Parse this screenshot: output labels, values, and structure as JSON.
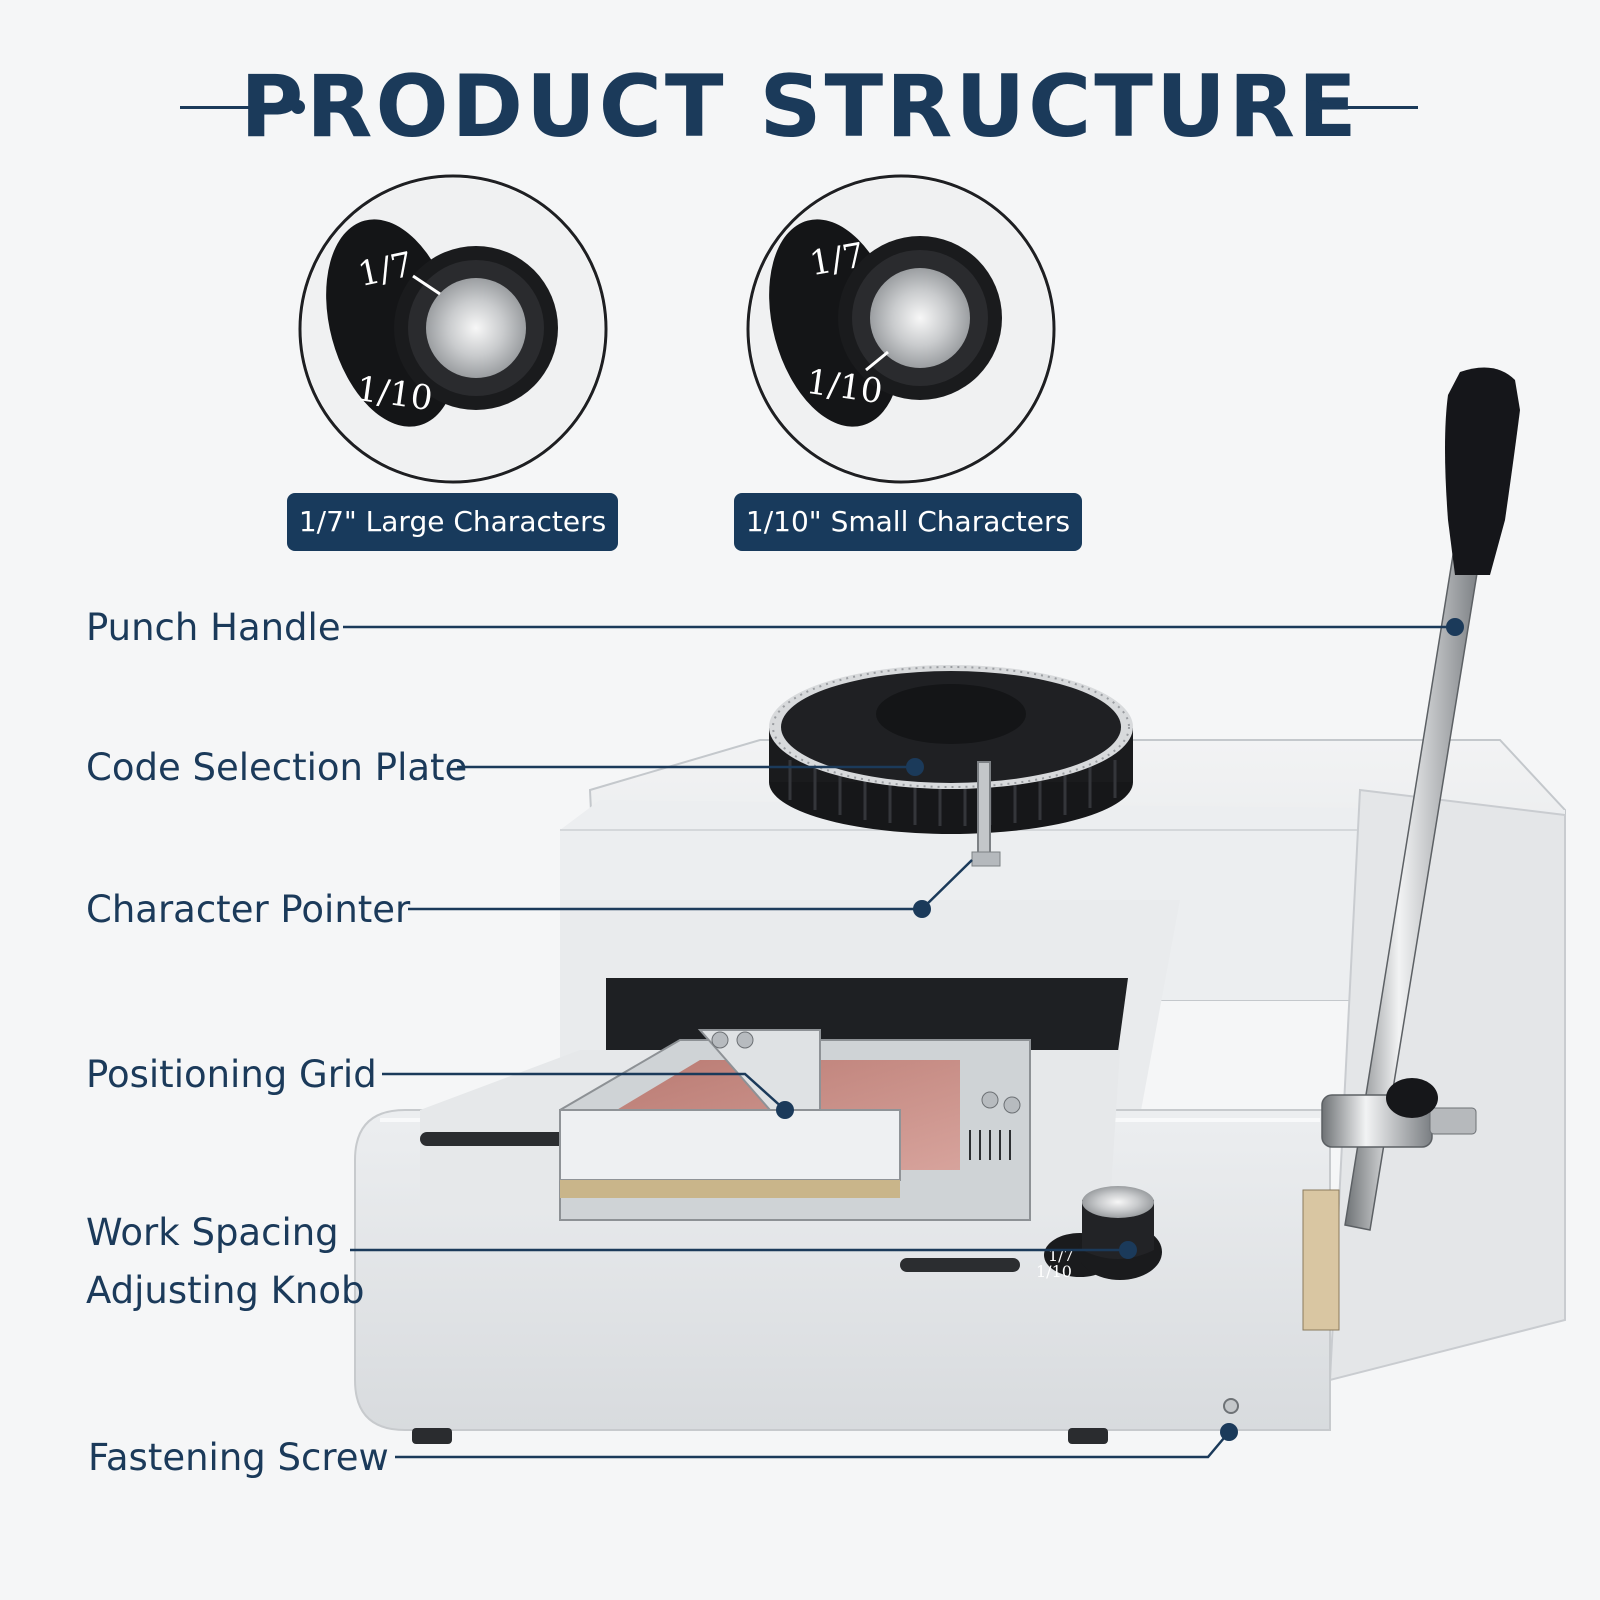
{
  "header": {
    "title": "PRODUCT STRUCTURE"
  },
  "dials": [
    {
      "marks": [
        "1/7",
        "1/10"
      ],
      "caption": "1/7\" Large Characters",
      "pointer_at": "1/7"
    },
    {
      "marks": [
        "1/7",
        "1/10"
      ],
      "caption": "1/10\" Small Characters",
      "pointer_at": "1/10"
    }
  ],
  "callouts": [
    {
      "id": "punch-handle",
      "label": "Punch Handle"
    },
    {
      "id": "code-selection-plate",
      "label": "Code Selection Plate"
    },
    {
      "id": "character-pointer",
      "label": "Character Pointer"
    },
    {
      "id": "positioning-grid",
      "label": "Positioning Grid"
    },
    {
      "id": "work-spacing-knob",
      "label_lines": [
        "Work Spacing",
        "Adjusting Knob"
      ]
    },
    {
      "id": "fastening-screw",
      "label": "Fastening Screw"
    }
  ],
  "knob_marks": [
    "1/7",
    "1/10"
  ],
  "colors": {
    "navy": "#1b3a5a",
    "badge": "#183a5c",
    "machine": "#eef0f2",
    "plate": "#1c1d20"
  }
}
